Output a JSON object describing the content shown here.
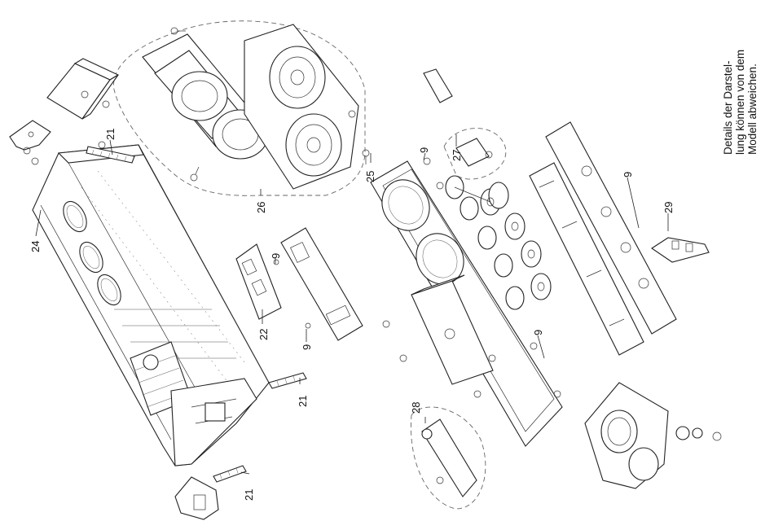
{
  "note_lines": [
    "Details der Darstel-",
    "lung können von dem",
    "Modell abweichen."
  ],
  "callouts": {
    "c21_top": "21",
    "c21_mid": "21",
    "c21_bottom": "21",
    "c22": "22",
    "c24": "24",
    "c25": "25",
    "c26": "26",
    "c27": "27",
    "c28": "28",
    "c29": "29",
    "c9_a": "9",
    "c9_b": "9",
    "c9_c": "9",
    "c9_d": "9",
    "c9_e": "9"
  }
}
